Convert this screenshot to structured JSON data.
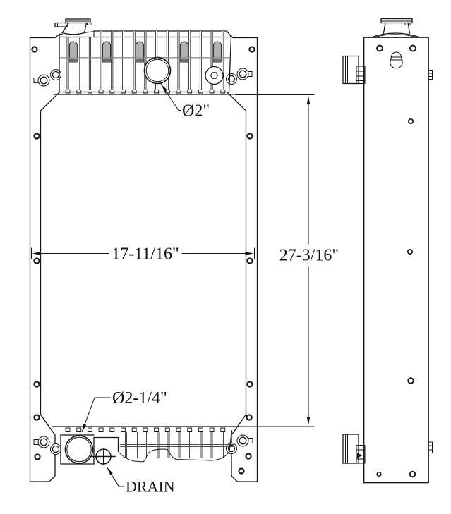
{
  "drawing": {
    "type": "radiator-technical-drawing",
    "views": {
      "front": "front-view",
      "side": "side-view"
    },
    "dimensions": {
      "top_inlet_diameter": "Ø2\"",
      "core_width": "17-11/16\"",
      "overall_height": "27-3/16\"",
      "bottom_outlet_diameter": "Ø2-1/4\"",
      "drain_label": "DRAIN"
    },
    "colors": {
      "line": "#161616",
      "background": "#ffffff",
      "slot_fill": "#b2b2b2",
      "slot_fill_dark": "#6e6e6e",
      "seam": "#8f8f8f"
    }
  }
}
